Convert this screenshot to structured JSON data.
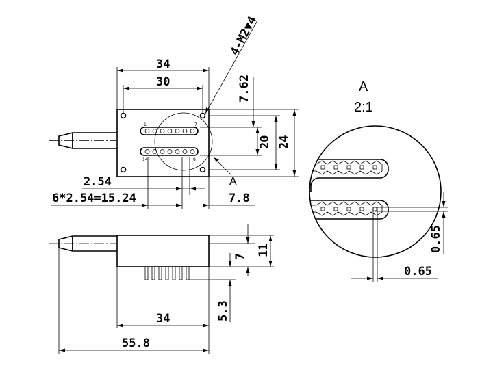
{
  "drawing": {
    "callout_thread": "4-M2▼4",
    "detail_marker": "A",
    "detail_title": "A",
    "detail_scale": "2:1",
    "pin_label_top": "1",
    "pin_label_top_end": "7",
    "pin_label_bottom": "14",
    "pin_label_bottom_end": "8"
  },
  "dimensions": {
    "top_width_outer": "34",
    "top_width_holes": "30",
    "right_top": "7.62",
    "right_mid": "20",
    "right_outer": "24",
    "pitch": "2.54",
    "pitch_total": "6*2.54=15.24",
    "right_offset": "7.8",
    "side_height_inner": "7",
    "side_height_outer": "11",
    "pin_length": "5.3",
    "side_body_width": "34",
    "total_length": "55.8",
    "detail_pin": "0.65",
    "detail_gap": "0.65"
  }
}
